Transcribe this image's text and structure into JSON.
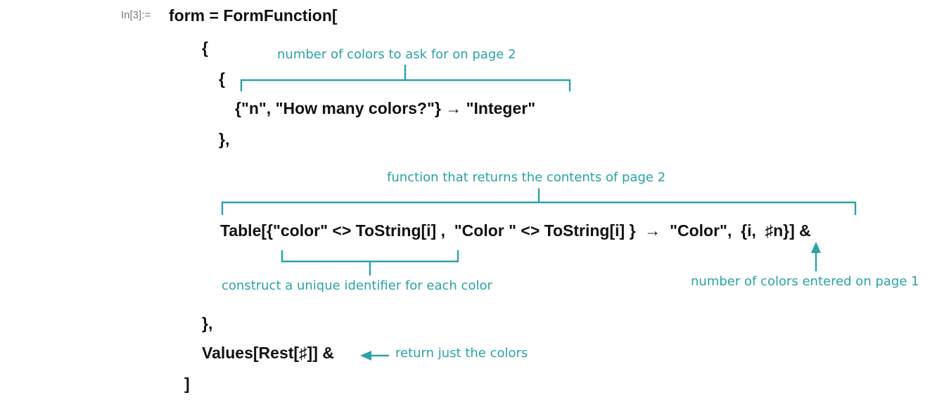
{
  "input_prompt": "In[3]:=",
  "code": {
    "line1": "form = FormFunction[",
    "line2": "{",
    "line3": "{",
    "line4": "{\"n\", \"How many colors?\"} → \"Integer\"",
    "line5": "},",
    "line6": "Table[{\"color\" <> ToString[i] ,  \"Color \" <> ToString[i] }  →  \"Color\",  {i,  ♯n}] &",
    "line7": "},",
    "line8": "Values[Rest[♯]] &",
    "line9": "]"
  },
  "annotations": {
    "colors_count": "number of colors to ask for on page 2",
    "page2_function": "function that returns the contents of page 2",
    "unique_id": "construct a unique identifier for each color",
    "entered_count": "number of colors entered on page 1",
    "return_colors": "return just the colors"
  },
  "colors": {
    "annotation": "#2ba2a6",
    "code_text": "#111111",
    "prompt": "#777777"
  }
}
